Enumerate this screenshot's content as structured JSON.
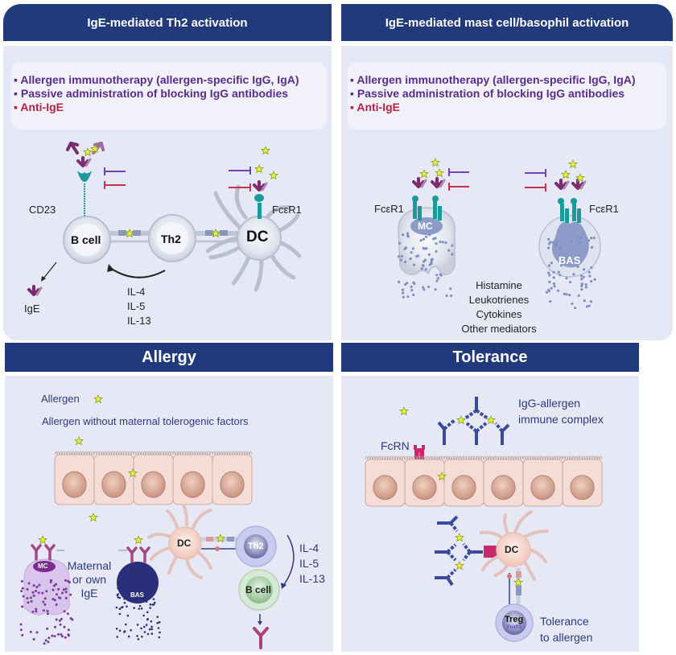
{
  "top_left": {
    "title": "IgE-mediated Th2 activation",
    "interventions": [
      {
        "text": "Allergen immunotherapy (allergen-specific IgG, IgA)",
        "color": "#5b2b8c"
      },
      {
        "text": "Passive administration of blocking IgG antibodies",
        "color": "#5b2b8c"
      },
      {
        "text": "Anti-IgE",
        "color": "#b52345"
      }
    ],
    "labels": {
      "cd23": "CD23",
      "fcer1": "FcεR1",
      "b_cell": "B cell",
      "th2": "Th2",
      "dc": "DC",
      "ige": "IgE",
      "cytokines": [
        "IL-4",
        "IL-5",
        "IL-13"
      ]
    }
  },
  "top_right": {
    "title": "IgE-mediated mast cell/basophil activation",
    "interventions": [
      {
        "text": "Allergen immunotherapy (allergen-specific IgG, IgA)",
        "color": "#5b2b8c"
      },
      {
        "text": "Passive administration of blocking IgG antibodies",
        "color": "#5b2b8c"
      },
      {
        "text": "Anti-IgE",
        "color": "#b52345"
      }
    ],
    "labels": {
      "fcer1_left": "FcεR1",
      "fcer1_right": "FcεR1",
      "mc": "MC",
      "bas": "BAS",
      "mediators": [
        "Histamine",
        "Leukotrienes",
        "Cytokines",
        "Other mediators"
      ]
    }
  },
  "bottom_left": {
    "title": "Allergy",
    "allergen_label": "Allergen",
    "subtitle": "Allergen without maternal tolerogenic factors",
    "labels": {
      "dc": "DC",
      "th2": "Th2",
      "b_cell": "B cell",
      "mc": "MC",
      "bas": "BAS",
      "maternal_ige": [
        "Maternal",
        "or own",
        "IgE"
      ],
      "cytokines": [
        "IL-4",
        "IL-5",
        "IL-13"
      ]
    }
  },
  "bottom_right": {
    "title": "Tolerance",
    "labels": {
      "immune_complex": [
        "IgG-allergen",
        "immune complex"
      ],
      "fcrn": "FcRN",
      "dc": "DC",
      "treg": "Treg",
      "foxp3": "FoxP3",
      "outcome": [
        "Tolerance",
        "to allergen"
      ]
    }
  },
  "colors": {
    "header": "#213a7c",
    "panel": "#e6e9f5",
    "purple_text": "#5b2b8c",
    "red_text": "#b52345",
    "ige": "#7a2c6f",
    "receptor": "#1b9a9a",
    "allergen": "#e8ee3c",
    "igg": "#3b4a9a",
    "fcrn": "#c72a6a"
  }
}
